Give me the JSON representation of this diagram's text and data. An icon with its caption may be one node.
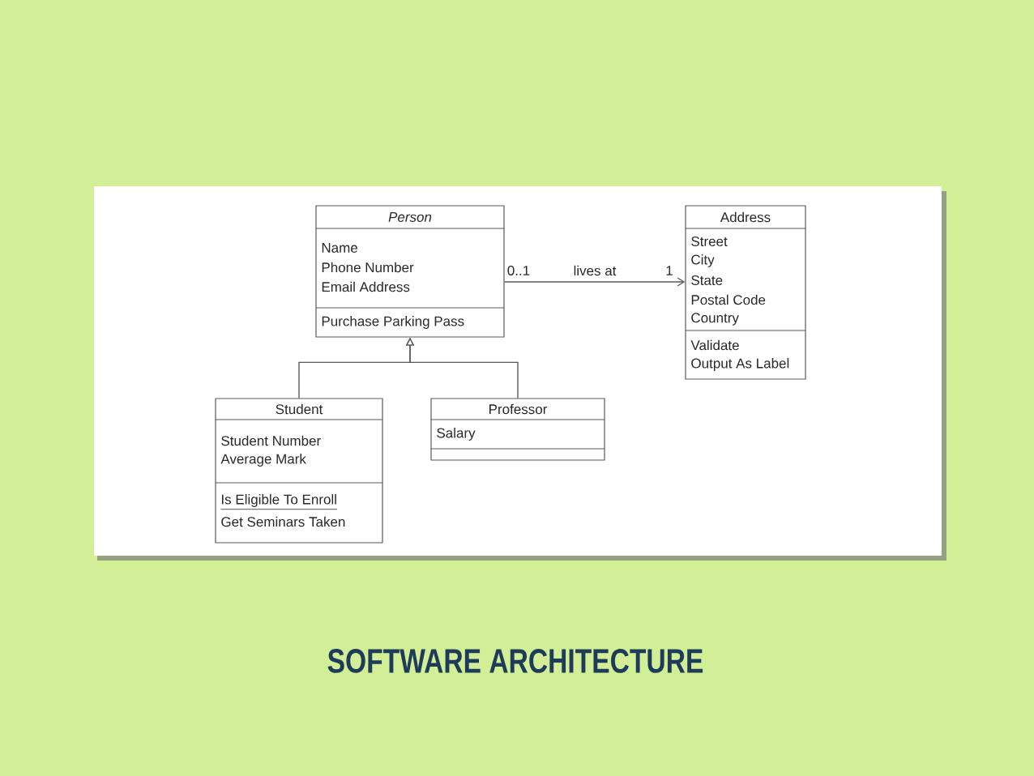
{
  "diagram": {
    "title": "SOFTWARE ARCHITECTURE",
    "nodes": [
      {
        "text": [
          "Person",
          "Name",
          "Phone Number",
          "Email Address",
          "Purchase Parking Pass"
        ]
      },
      {
        "text": [
          "Address",
          "Street",
          "City",
          "State",
          "Postal Code",
          "Country",
          "Validate",
          "Output As Label"
        ]
      },
      {
        "text": [
          "Student",
          "Student Number",
          "Average Mark",
          "Is Eligible To Enroll",
          "Get Seminars Taken"
        ]
      },
      {
        "text": [
          "Professor",
          "Salary"
        ]
      }
    ],
    "edges": [
      {
        "from": 0,
        "to": 1,
        "arrow": "to",
        "label": "lives at"
      },
      {
        "from": 2,
        "to": 0,
        "arrow": "to"
      },
      {
        "from": 3,
        "to": 0,
        "arrow": "to"
      }
    ],
    "labels": [
      "0..1",
      "1"
    ]
  }
}
